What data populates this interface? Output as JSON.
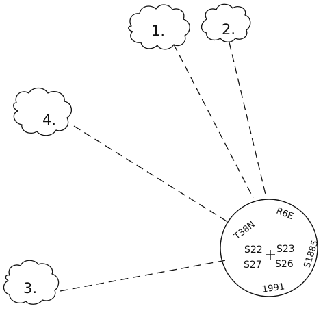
{
  "sites": [
    {
      "label": "1."
    },
    {
      "label": "2."
    },
    {
      "label": "3."
    },
    {
      "label": "4."
    }
  ],
  "location": {
    "township": "T38N",
    "range": "R6E",
    "sections": [
      "S22",
      "S23",
      "S27",
      "S26"
    ],
    "survey_id": "S1885",
    "year": "1991"
  },
  "colors": {
    "ink": "#111111",
    "paper": "#ffffff"
  }
}
